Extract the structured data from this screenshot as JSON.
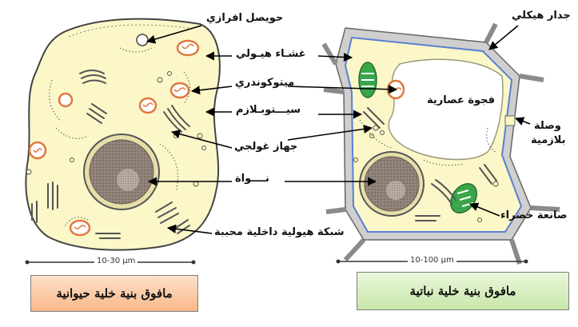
{
  "titles": {
    "animal": "مافوق بنية خلية حيوانية",
    "plant": "مافوق بنية خلية نباتية"
  },
  "scales": {
    "animal": "10-30 µm",
    "plant": "10-100 µm"
  },
  "labels": {
    "vesicle": "حويصل افرازي",
    "membrane": "غشـاء هيـولي",
    "mitochondria": "ميتوكوندري",
    "cytoplasm": "سيـــتوبـلازم",
    "golgi": "جهاز غولجي",
    "nucleus": "نــــواة",
    "er": "شبكة هيولية داخلية محببة",
    "cell_wall": "جدار هيكلي",
    "vacuole": "فجوة عصارية",
    "plasmodesma_1": "وصلة",
    "plasmodesma_2": "بلازمية",
    "chloroplast": "صانعة خضراء"
  },
  "colors": {
    "cytoplasm": "#fbf7c8",
    "membrane_animal": "#444444",
    "plant_membrane": "#5b7fd1",
    "cell_wall": "#cfcfcf",
    "nucleus": "#8f8078",
    "mitochondria": "#e07840",
    "chloroplast": "#3aa64a"
  }
}
